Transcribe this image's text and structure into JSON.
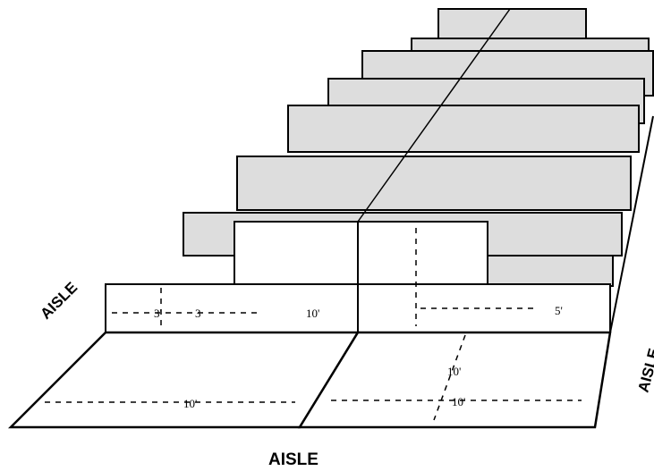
{
  "diagram": {
    "aisle_labels": {
      "left": "AISLE",
      "bottom": "AISLE",
      "right": "AISLE"
    },
    "dimensions": {
      "front_left_depth": "10'",
      "front_right_depth": "10'",
      "front_right_width": "10'",
      "step_left_a": "3'",
      "step_left_b": "3",
      "step_left_c": "10'",
      "step_right": "5'"
    },
    "colors": {
      "stroke": "#000000",
      "fill_riser": "#dddddd",
      "fill_floor": "#ffffff"
    }
  }
}
